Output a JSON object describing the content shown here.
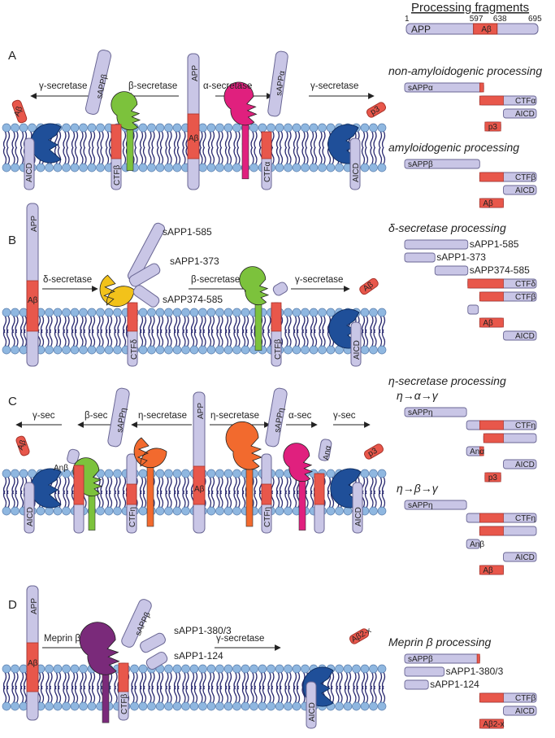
{
  "colors": {
    "lav": "#c9c6e6",
    "lavEdge": "#6a6794",
    "red": "#e8574b",
    "redEdge": "#a8332a",
    "head": "#8fb7e0",
    "tail": "#2a2a70",
    "green": "#7cc23c",
    "magenta": "#e0207e",
    "yellow": "#f2c21a",
    "orange": "#f26a2e",
    "blue": "#1f4f99",
    "purple": "#7a2a7a"
  },
  "fragments": {
    "title": "Processing fragments",
    "app_bar": {
      "label": "APP",
      "abeta": "Aβ",
      "n1": "1",
      "n597": "597",
      "n638": "638",
      "n695": "695"
    },
    "groups": [
      {
        "header": "non-amyloidogenic processing",
        "rows": [
          {
            "s": 0.0,
            "e": 0.6,
            "rs": 0.57,
            "re": 0.6,
            "label": "sAPPα",
            "pos": "in"
          },
          {
            "s": 0.57,
            "e": 1.0,
            "rs": 0.57,
            "re": 0.75,
            "label": "CTFα",
            "pos": "in-right"
          },
          {
            "s": 0.75,
            "e": 1.0,
            "rs": 0,
            "re": 0,
            "label": "AICD",
            "pos": "in-right"
          },
          {
            "s": 0.61,
            "e": 0.73,
            "rs": 0.61,
            "re": 0.73,
            "label": "p3",
            "pos": "in"
          }
        ]
      },
      {
        "header": "amyloidogenic processing",
        "rows": [
          {
            "s": 0.0,
            "e": 0.57,
            "rs": 0,
            "re": 0,
            "label": "sAPPβ",
            "pos": "in"
          },
          {
            "s": 0.57,
            "e": 1.0,
            "rs": 0.57,
            "re": 0.75,
            "label": "CTFβ",
            "pos": "in-right"
          },
          {
            "s": 0.75,
            "e": 1.0,
            "rs": 0,
            "re": 0,
            "label": "AICD",
            "pos": "in-right"
          },
          {
            "s": 0.57,
            "e": 0.75,
            "rs": 0.57,
            "re": 0.75,
            "label": "Aβ",
            "pos": "in"
          }
        ]
      },
      {
        "header": "δ-secretase processing",
        "rows": [
          {
            "s": 0.0,
            "e": 0.48,
            "rs": 0,
            "re": 0,
            "label": "sAPP1-585",
            "pos": "out"
          },
          {
            "s": 0.0,
            "e": 0.23,
            "rs": 0,
            "re": 0,
            "label": "sAPP1-373",
            "pos": "out"
          },
          {
            "s": 0.23,
            "e": 0.48,
            "rs": 0,
            "re": 0,
            "label": "sAPP374-585",
            "pos": "out"
          },
          {
            "s": 0.48,
            "e": 1.0,
            "rs": 0.48,
            "re": 0.75,
            "label": "CTFδ",
            "pos": "in-right"
          },
          {
            "s": 0.57,
            "e": 1.0,
            "rs": 0.57,
            "re": 0.75,
            "label": "CTFβ",
            "pos": "in-right"
          },
          {
            "s": 0.48,
            "e": 0.56,
            "rs": 0,
            "re": 0,
            "label": "",
            "pos": "in"
          },
          {
            "s": 0.57,
            "e": 0.75,
            "rs": 0.57,
            "re": 0.75,
            "label": "Aβ",
            "pos": "in"
          },
          {
            "s": 0.75,
            "e": 1.0,
            "rs": 0,
            "re": 0,
            "label": "AICD",
            "pos": "in-right"
          }
        ]
      },
      {
        "header": "η-secretase processing",
        "sub": "η→α→γ",
        "rows": [
          {
            "s": 0.0,
            "e": 0.47,
            "rs": 0,
            "re": 0,
            "label": "sAPPη",
            "pos": "in"
          },
          {
            "s": 0.47,
            "e": 1.0,
            "rs": 0.57,
            "re": 0.75,
            "label": "CTFη",
            "pos": "in-right"
          },
          {
            "s": 0.6,
            "e": 1.0,
            "rs": 0.6,
            "re": 0.75,
            "label": "",
            "pos": "in"
          },
          {
            "s": 0.47,
            "e": 0.6,
            "rs": 0.57,
            "re": 0.6,
            "label": "Anα",
            "pos": "in"
          },
          {
            "s": 0.75,
            "e": 1.0,
            "rs": 0,
            "re": 0,
            "label": "AICD",
            "pos": "in-right"
          },
          {
            "s": 0.61,
            "e": 0.73,
            "rs": 0.61,
            "re": 0.73,
            "label": "p3",
            "pos": "in"
          }
        ]
      },
      {
        "header": "",
        "sub": "η→β→γ",
        "rows": [
          {
            "s": 0.0,
            "e": 0.47,
            "rs": 0,
            "re": 0,
            "label": "sAPPη",
            "pos": "in"
          },
          {
            "s": 0.47,
            "e": 1.0,
            "rs": 0.57,
            "re": 0.75,
            "label": "CTFη",
            "pos": "in-right"
          },
          {
            "s": 0.57,
            "e": 1.0,
            "rs": 0.57,
            "re": 0.75,
            "label": "",
            "pos": "in"
          },
          {
            "s": 0.47,
            "e": 0.57,
            "rs": 0,
            "re": 0,
            "label": "Anβ",
            "pos": "in"
          },
          {
            "s": 0.75,
            "e": 1.0,
            "rs": 0,
            "re": 0,
            "label": "AICD",
            "pos": "in-right"
          },
          {
            "s": 0.57,
            "e": 0.75,
            "rs": 0.57,
            "re": 0.75,
            "label": "Aβ",
            "pos": "in"
          }
        ]
      },
      {
        "header": "Meprin β processing",
        "rows": [
          {
            "s": 0.0,
            "e": 0.57,
            "rs": 0.55,
            "re": 0.57,
            "label": "sAPPβ",
            "pos": "in"
          },
          {
            "s": 0.0,
            "e": 0.3,
            "rs": 0,
            "re": 0,
            "label": "sAPP1-380/3",
            "pos": "out"
          },
          {
            "s": 0.0,
            "e": 0.18,
            "rs": 0,
            "re": 0,
            "label": "sAPP1-124",
            "pos": "out"
          },
          {
            "s": 0.57,
            "e": 1.0,
            "rs": 0.57,
            "re": 0.75,
            "label": "CTFβ",
            "pos": "in-right"
          },
          {
            "s": 0.75,
            "e": 1.0,
            "rs": 0,
            "re": 0,
            "label": "AICD",
            "pos": "in-right"
          },
          {
            "s": 0.57,
            "e": 0.75,
            "rs": 0.57,
            "re": 0.75,
            "label": "Aβ2-x",
            "pos": "in"
          }
        ]
      }
    ]
  },
  "panels": [
    {
      "letter": "A",
      "labels": {
        "app": "APP",
        "sappb": "sAPPβ",
        "sappa": "sAPPα",
        "ctfb": "CTFβ",
        "ctfa": "CTFα",
        "ab_tm": "Aβ",
        "ab_free": "Aβ",
        "p3": "p3",
        "aicd1": "AICD",
        "aicd2": "AICD"
      },
      "secretases": [
        "γ-secretase",
        "β-secretase",
        "α-secretase",
        "γ-secretase"
      ]
    },
    {
      "letter": "B",
      "labels": {
        "app": "APP",
        "ab_tm": "Aβ",
        "ctfd": "CTFδ",
        "ctfb": "CTFβ",
        "aicd": "AICD",
        "ab_free": "Aβ",
        "s585": "sAPP1-585",
        "s373": "sAPP1-373",
        "s374": "sAPP374-585"
      },
      "secretases": [
        "δ-secretase",
        "β-secretase",
        "γ-secretase"
      ]
    },
    {
      "letter": "C",
      "labels": {
        "app": "APP",
        "ab_tm": "Aβ",
        "sappn1": "sAPPη",
        "sappn2": "sAPPη",
        "ctfn1": "CTFη",
        "ctfn2": "CTFη",
        "anb": "Anβ",
        "ana": "Anα",
        "ab_free": "Aβ",
        "p3": "p3",
        "aicd1": "AICD",
        "aicd2": "AICD"
      },
      "secretases": [
        "γ-sec",
        "β-sec",
        "η-secretase",
        "η-secretase",
        "α-sec",
        "γ-sec"
      ]
    },
    {
      "letter": "D",
      "labels": {
        "app": "APP",
        "ab_tm": "Aβ",
        "sappb": "sAPPβ",
        "ctfb": "CTFβ",
        "aicd": "AICD",
        "ab2x": "Aβ2-x",
        "s380": "sAPP1-380/3",
        "s124": "sAPP1-124"
      },
      "secretases": [
        "Meprin β",
        "γ-secretase"
      ]
    }
  ]
}
